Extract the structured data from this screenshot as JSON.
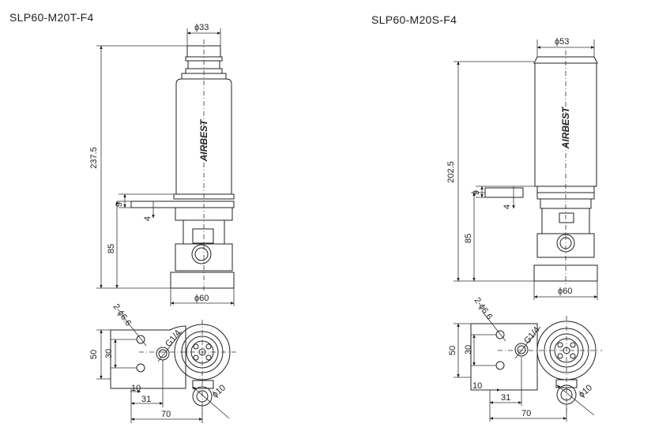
{
  "titles": {
    "left": "SLP60-M20T-F4",
    "right": "SLP60-M20S-F4"
  },
  "brand": "AIRBEST",
  "left_drawing": {
    "dim_top_dia": "ϕ33",
    "dim_height": "237.5",
    "dim_9": "9",
    "dim_4": "4",
    "dim_85": "85",
    "dim_base_dia": "ϕ60",
    "dim_holes": "2-ϕ6.6",
    "dim_port": "G1/4",
    "dim_50": "50",
    "dim_30": "30",
    "dim_10": "10",
    "dim_31": "31",
    "dim_70": "70",
    "dim_phi10": "ϕ10"
  },
  "right_drawing": {
    "dim_top_dia": "ϕ53",
    "dim_height": "202.5",
    "dim_9": "9",
    "dim_4": "4",
    "dim_85": "85",
    "dim_base_dia": "ϕ60",
    "dim_holes": "2-ϕ6.6",
    "dim_port": "G1/4",
    "dim_50": "50",
    "dim_30": "30",
    "dim_10": "10",
    "dim_31": "31",
    "dim_70": "70",
    "dim_phi10": "ϕ10"
  }
}
